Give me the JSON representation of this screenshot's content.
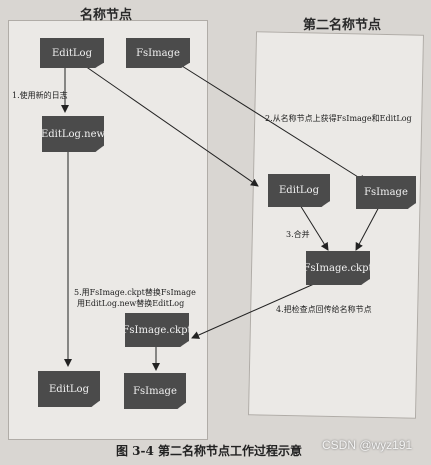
{
  "panels": {
    "left_title": "名称节点",
    "right_title": "第二名称节点"
  },
  "nodes": {
    "editlog_top": "EditLog",
    "fsimage_top": "FsImage",
    "editlog_new": "EditLog.new",
    "editlog_secondary": "EditLog",
    "fsimage_secondary": "FsImage",
    "fsimage_ckpt": "FsImage.ckpt",
    "fsimage_ckpt_left": "FsImage.ckpt",
    "editlog_bottom": "EditLog",
    "fsimage_bottom": "FsImage"
  },
  "steps": {
    "step1": "1.使用新的日志",
    "step2": "2.从名称节点上获得FsImage和EditLog",
    "step3": "3.合并",
    "step4": "4.把检查点回传给名称节点",
    "step5_line1": "5.用FsImage.ckpt替换FsImage",
    "step5_line2": "用EditLog.new替换EditLog"
  },
  "caption": "图 3-4    第二名称节点工作过程示意",
  "watermark": "CSDN @wyz191"
}
